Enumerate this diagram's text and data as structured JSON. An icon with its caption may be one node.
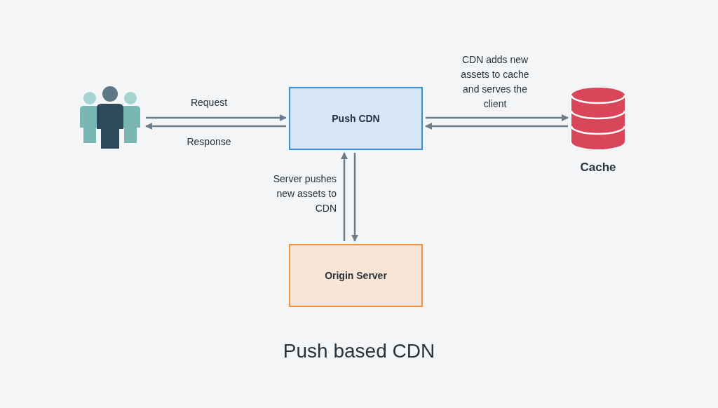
{
  "diagram": {
    "title": "Push based CDN",
    "nodes": [
      {
        "text": [],
        "shape": "person"
      },
      {
        "text": [
          "Push CDN"
        ]
      },
      {
        "text": [
          "Cache"
        ]
      },
      {
        "text": [
          "Origin Server"
        ]
      }
    ],
    "edges": [
      {
        "from": 0,
        "to": 1,
        "arrow": "to",
        "label": "Request"
      },
      {
        "from": 1,
        "to": 0,
        "arrow": "to",
        "label": "Response"
      },
      {
        "from": 1,
        "to": 2,
        "arrow": "to",
        "label": "CDN adds new assets to cache and serves the client"
      },
      {
        "from": 2,
        "to": 1,
        "arrow": "to"
      },
      {
        "from": 3,
        "to": 1,
        "arrow": "to",
        "label": "Server pushes new assets to CDN"
      },
      {
        "from": 1,
        "to": 3,
        "arrow": "to"
      }
    ]
  }
}
